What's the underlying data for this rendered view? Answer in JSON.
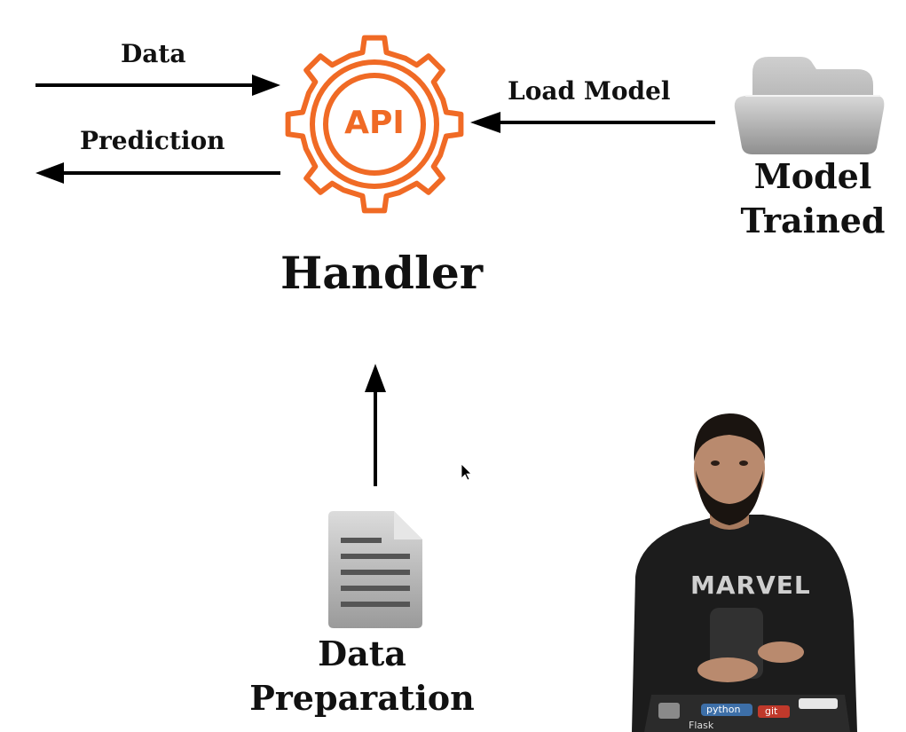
{
  "diagram": {
    "labels": {
      "data": "Data",
      "prediction": "Prediction",
      "load_model": "Load Model",
      "handler": "Handler",
      "model_trained": [
        "Model",
        "Trained"
      ],
      "data_preparation": [
        "Data",
        "Preparation"
      ]
    },
    "api_badge_text": "API",
    "icons": {
      "gear": "api-gear-icon",
      "folder": "folder-icon",
      "document": "document-icon",
      "cursor": "mouse-cursor-icon"
    },
    "colors": {
      "api_orange": "#F06A25",
      "arrow": "#000000",
      "folder_gray": "#A9A9A9",
      "document_gray": "#B5B5B5",
      "shirt": "#1C1C1C",
      "skin": "#B98A6E"
    },
    "presenter": {
      "shirt_text": "MARVEL",
      "laptop_stickers": [
        "python",
        "git",
        "Flask"
      ]
    }
  }
}
